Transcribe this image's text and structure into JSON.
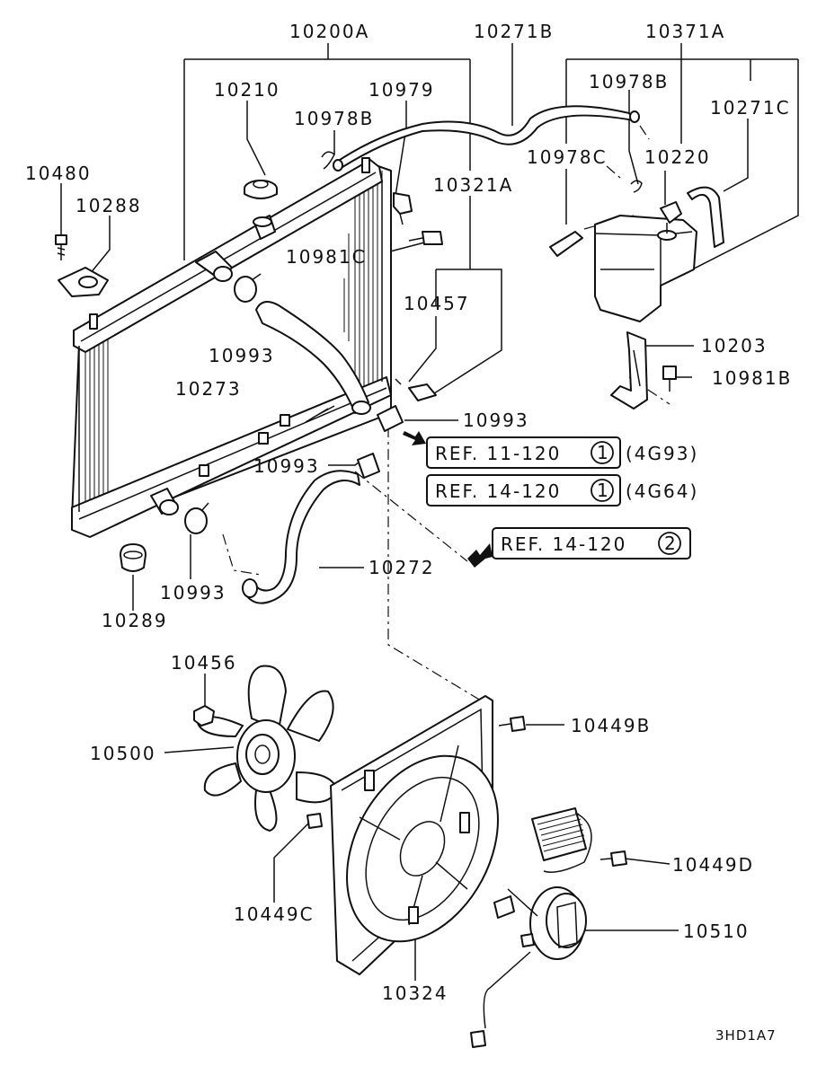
{
  "diagram": {
    "labels": {
      "p10200A": "10200A",
      "p10210": "10210",
      "p10979": "10979",
      "p10978B_a": "10978B",
      "p10271B": "10271B",
      "p10371A": "10371A",
      "p10978B_b": "10978B",
      "p10271C": "10271C",
      "p10978C": "10978C",
      "p10220": "10220",
      "p10480": "10480",
      "p10288": "10288",
      "p10321A": "10321A",
      "p10981C": "10981C",
      "p10457": "10457",
      "p10993_a": "10993",
      "p10273": "10273",
      "p10203": "10203",
      "p10981B": "10981B",
      "p10993_b": "10993",
      "p10993_c": "10993",
      "p10993_d": "10993",
      "p10272": "10272",
      "p10289": "10289",
      "p10456": "10456",
      "p10449B": "10449B",
      "p10500": "10500",
      "p10449D": "10449D",
      "p10449C": "10449C",
      "p10510": "10510",
      "p10324": "10324"
    },
    "references": [
      {
        "text": "REF. 11-120",
        "circle": "1",
        "engine": "(4G93)"
      },
      {
        "text": "REF. 14-120",
        "circle": "1",
        "engine": "(4G64)"
      },
      {
        "text": "REF. 14-120",
        "circle": "2",
        "engine": ""
      }
    ],
    "figure_code": "3HD1A7"
  }
}
